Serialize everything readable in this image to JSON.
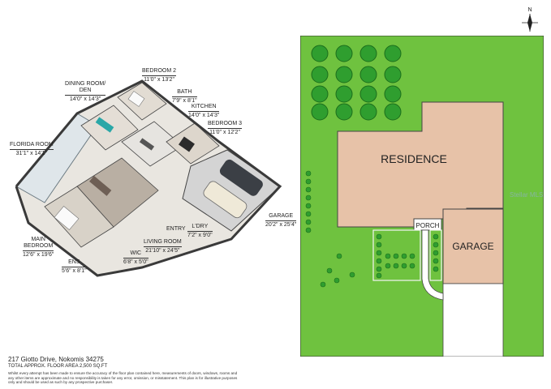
{
  "rooms": {
    "dining": {
      "name": "DINING ROOM/\nDEN",
      "dim": "14'0\" x 14'3\""
    },
    "bedroom2": {
      "name": "BEDROOM 2",
      "dim": "11'0\" x 13'2\""
    },
    "bath": {
      "name": "BATH",
      "dim": "7'9\" x 8'1\""
    },
    "kitchen": {
      "name": "KITCHEN",
      "dim": "14'0\" x 14'3\""
    },
    "bedroom3": {
      "name": "BEDROOM 3",
      "dim": "11'0\" x 12'2\""
    },
    "florida": {
      "name": "FLORIDA ROOM",
      "dim": "31'1\" x 14'1\""
    },
    "main_bedroom": {
      "name": "MAIN\nBEDROOM",
      "dim": "12'6\" x 19'6\""
    },
    "ens": {
      "name": "ENS",
      "dim": "5'6\" x 8'1\""
    },
    "wic": {
      "name": "WIC",
      "dim": "6'8\" x 5'0\""
    },
    "living": {
      "name": "LIVING ROOM",
      "dim": "21'10\" x 24'5\""
    },
    "entry": {
      "name": "ENTRY"
    },
    "ldry": {
      "name": "L'DRY",
      "dim": "7'2\" x 9'0\""
    },
    "garage": {
      "name": "GARAGE",
      "dim": "20'2\" x 25'4\""
    }
  },
  "site": {
    "residence": "RESIDENCE",
    "garage": "GARAGE",
    "porch": "PORCH"
  },
  "compass": {
    "north": "N"
  },
  "watermark": "Stellar MLS",
  "footer": {
    "address": "217 Giotto Drive, Nokomis 34275",
    "area": "TOTAL APPROX. FLOOR AREA 2,500 SQ.FT",
    "disclaimer": "Whilst every attempt has been made to ensure the accuracy of the floor plan contained here, measurements of doors, windows, rooms and any other items are approximate and no responsibility is taken for any error, omission, or misstatement. This plan is for illustrative purposes only and should be used as such by any prospective purchaser."
  },
  "colors": {
    "lawn": "#6fc23f",
    "residence": "#e7c2a8",
    "tree": "#2f9e2f",
    "wall": "#3a3a3a",
    "floor": "#e9e6e0"
  }
}
